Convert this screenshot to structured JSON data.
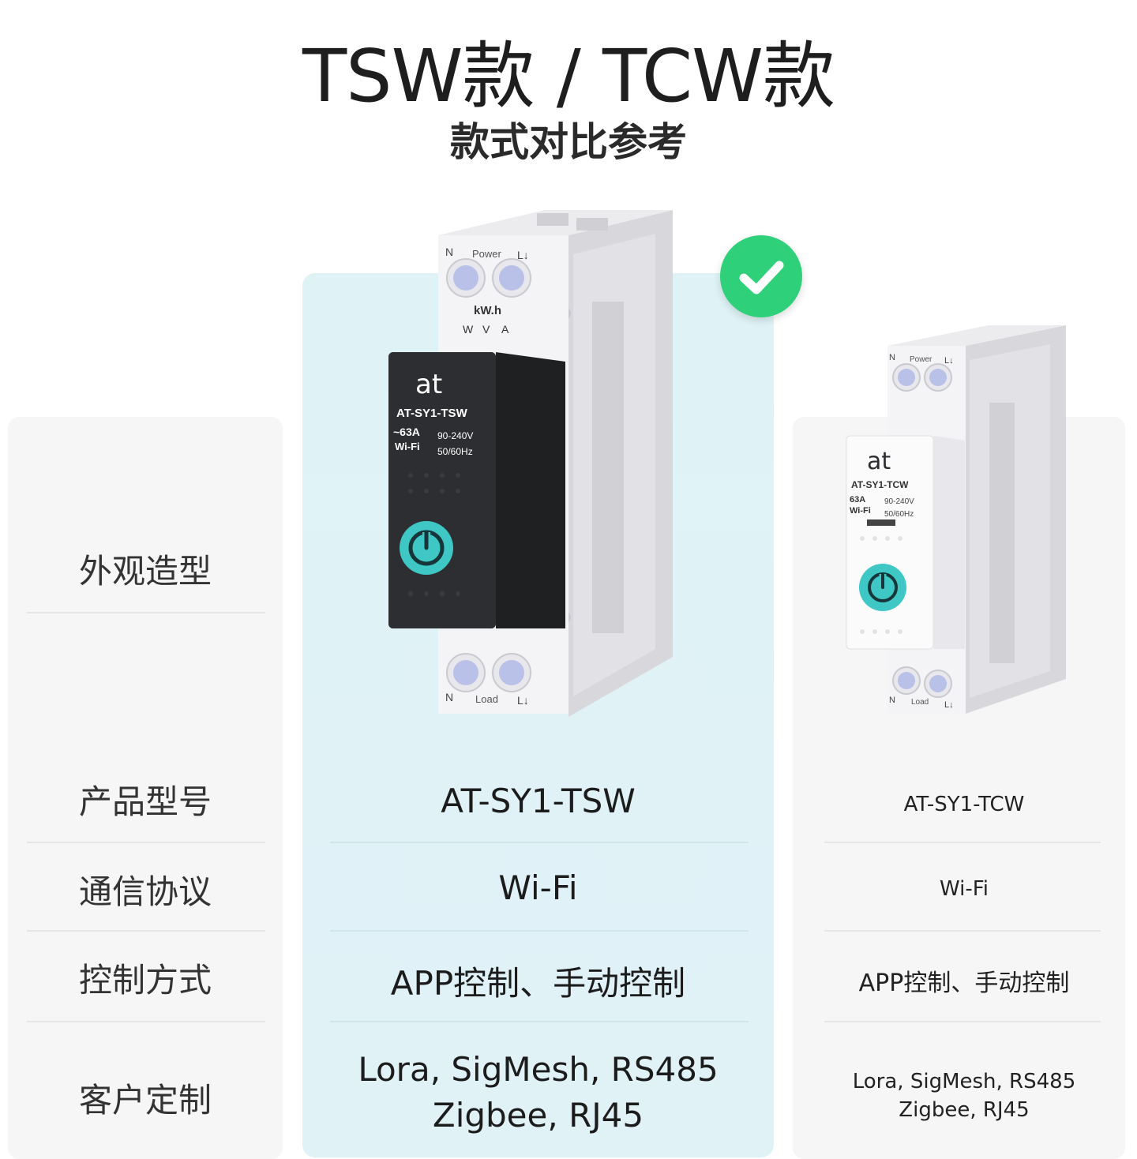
{
  "header": {
    "title": "TSW款 / TCW款",
    "subtitle": "款式对比参考"
  },
  "rows": {
    "appearance": "外观造型",
    "model": "产品型号",
    "protocol": "通信协议",
    "control": "控制方式",
    "custom": "客户定制"
  },
  "tsw": {
    "model": "AT-SY1-TSW",
    "protocol": "Wi-Fi",
    "control": "APP控制、手动控制",
    "custom_line1": "Lora, SigMesh, RS485",
    "custom_line2": "Zigbee, RJ45",
    "device": {
      "logo": "at",
      "label_model": "AT-SY1-TSW",
      "label_current": "~63A",
      "label_wifi": "Wi-Fi",
      "label_voltage": "90-240V",
      "label_freq": "50/60Hz",
      "term_n": "N",
      "term_power": "Power",
      "term_l": "L↓",
      "kwh": "kW.h",
      "meter_w": "W",
      "meter_v": "V",
      "meter_a": "A",
      "term_load": "Load"
    },
    "selected_icon": "checkmark-circle-icon",
    "accent": "#2ed07a"
  },
  "tcw": {
    "model": "AT-SY1-TCW",
    "protocol": "Wi-Fi",
    "control": "APP控制、手动控制",
    "custom_line1": "Lora, SigMesh, RS485",
    "custom_line2": "Zigbee, RJ45",
    "device": {
      "logo": "at",
      "label_model": "AT-SY1-TCW",
      "label_current": "63A",
      "label_wifi": "Wi-Fi",
      "label_voltage": "90-240V",
      "label_freq": "50/60Hz",
      "term_n": "N",
      "term_power": "Power",
      "term_l": "L↓",
      "term_load": "Load"
    }
  }
}
